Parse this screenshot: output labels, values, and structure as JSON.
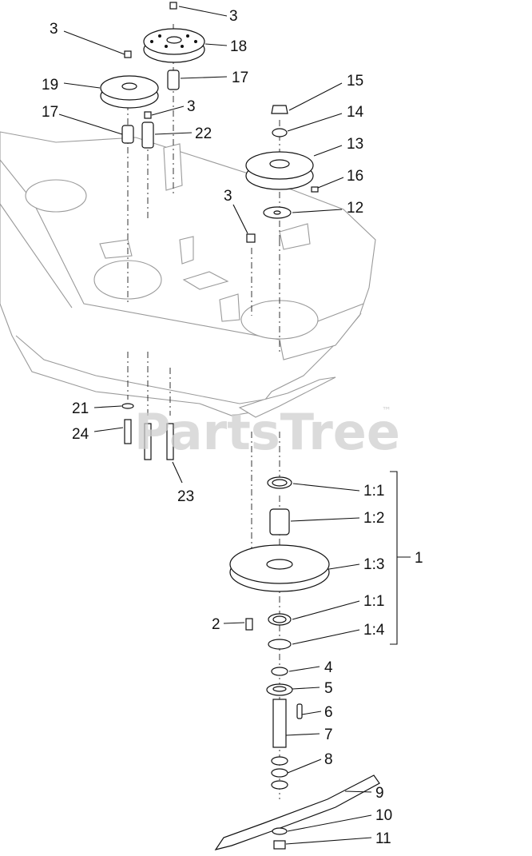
{
  "watermark": {
    "text": "PartsTree",
    "tm": "™"
  },
  "callouts": {
    "c3a": "3",
    "c18": "18",
    "c3b": "3",
    "c17a": "17",
    "c19": "19",
    "c3c": "3",
    "c17b": "17",
    "c22": "22",
    "c15": "15",
    "c14": "14",
    "c13": "13",
    "c16": "16",
    "c3d": "3",
    "c12": "12",
    "c21": "21",
    "c24": "24",
    "c23": "23",
    "c1_1a": "1:1",
    "c1_2": "1:2",
    "c1_3": "1:3",
    "c1": "1",
    "c2": "2",
    "c1_1b": "1:1",
    "c1_4": "1:4",
    "c4": "4",
    "c5": "5",
    "c6": "6",
    "c7": "7",
    "c8": "8",
    "c9": "9",
    "c10": "10",
    "c11": "11"
  }
}
